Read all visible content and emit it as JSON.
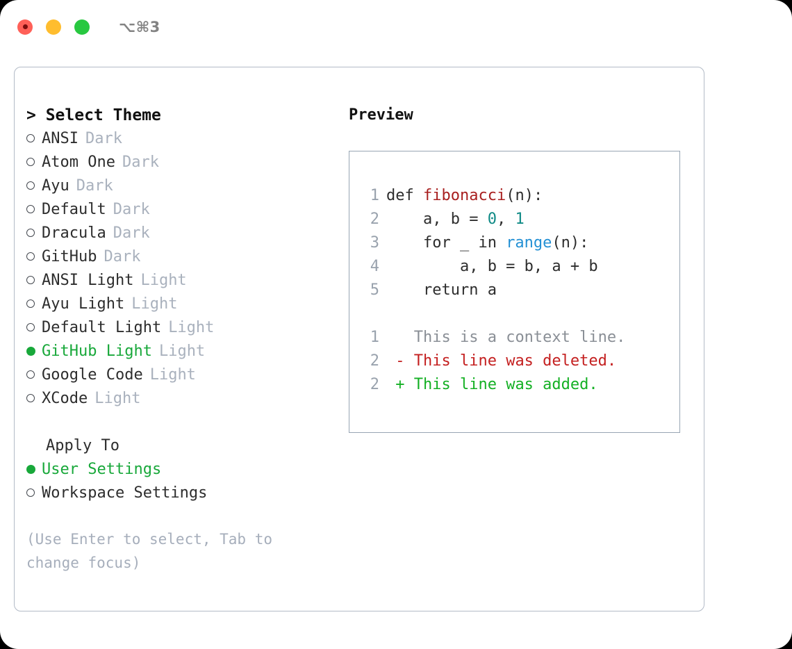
{
  "titlebar": {
    "shortcut": "⌥⌘3",
    "lights": [
      "close",
      "minimize",
      "zoom"
    ]
  },
  "theme_picker": {
    "header": "> Select Theme",
    "items": [
      {
        "name": "ANSI",
        "kind": "Dark",
        "selected": false
      },
      {
        "name": "Atom One",
        "kind": "Dark",
        "selected": false
      },
      {
        "name": "Ayu",
        "kind": "Dark",
        "selected": false
      },
      {
        "name": "Default",
        "kind": "Dark",
        "selected": false
      },
      {
        "name": "Dracula",
        "kind": "Dark",
        "selected": false
      },
      {
        "name": "GitHub",
        "kind": "Dark",
        "selected": false
      },
      {
        "name": "ANSI Light",
        "kind": "Light",
        "selected": false
      },
      {
        "name": "Ayu Light",
        "kind": "Light",
        "selected": false
      },
      {
        "name": "Default Light",
        "kind": "Light",
        "selected": false
      },
      {
        "name": "GitHub Light",
        "kind": "Light",
        "selected": true
      },
      {
        "name": "Google Code",
        "kind": "Light",
        "selected": false
      },
      {
        "name": "XCode",
        "kind": "Light",
        "selected": false
      }
    ]
  },
  "apply_to": {
    "title": "Apply To",
    "options": [
      {
        "name": "User Settings",
        "selected": true
      },
      {
        "name": "Workspace Settings",
        "selected": false
      }
    ]
  },
  "hint": "(Use Enter to select, Tab to change focus)",
  "preview": {
    "label": "Preview",
    "code_lines": [
      {
        "no": "1",
        "tokens": [
          {
            "t": "def ",
            "c": "plain"
          },
          {
            "t": "fibonacci",
            "c": "fn"
          },
          {
            "t": "(n):",
            "c": "plain"
          }
        ]
      },
      {
        "no": "2",
        "tokens": [
          {
            "t": "    a, b = ",
            "c": "plain"
          },
          {
            "t": "0",
            "c": "num"
          },
          {
            "t": ", ",
            "c": "plain"
          },
          {
            "t": "1",
            "c": "num"
          }
        ]
      },
      {
        "no": "3",
        "tokens": [
          {
            "t": "    for _ in ",
            "c": "plain"
          },
          {
            "t": "range",
            "c": "built"
          },
          {
            "t": "(n):",
            "c": "plain"
          }
        ]
      },
      {
        "no": "4",
        "tokens": [
          {
            "t": "        a, b = b, a + b",
            "c": "plain"
          }
        ]
      },
      {
        "no": "5",
        "tokens": [
          {
            "t": "    return a",
            "c": "plain"
          }
        ]
      }
    ],
    "diff_lines": [
      {
        "no": "1",
        "marker": " ",
        "text": " This is a context line.",
        "kind": "ctx"
      },
      {
        "no": "2",
        "marker": "-",
        "text": " This line was deleted.",
        "kind": "del"
      },
      {
        "no": "2",
        "marker": "+",
        "text": " This line was added.",
        "kind": "add"
      }
    ]
  },
  "colors": {
    "accent_green": "#18a83a",
    "muted": "#a9b1bd",
    "fn": "#a81f1f",
    "num": "#0f8a86",
    "builtin": "#2390d4",
    "diff_add": "#14b024",
    "diff_del": "#c42020",
    "border": "#b2bac6"
  }
}
